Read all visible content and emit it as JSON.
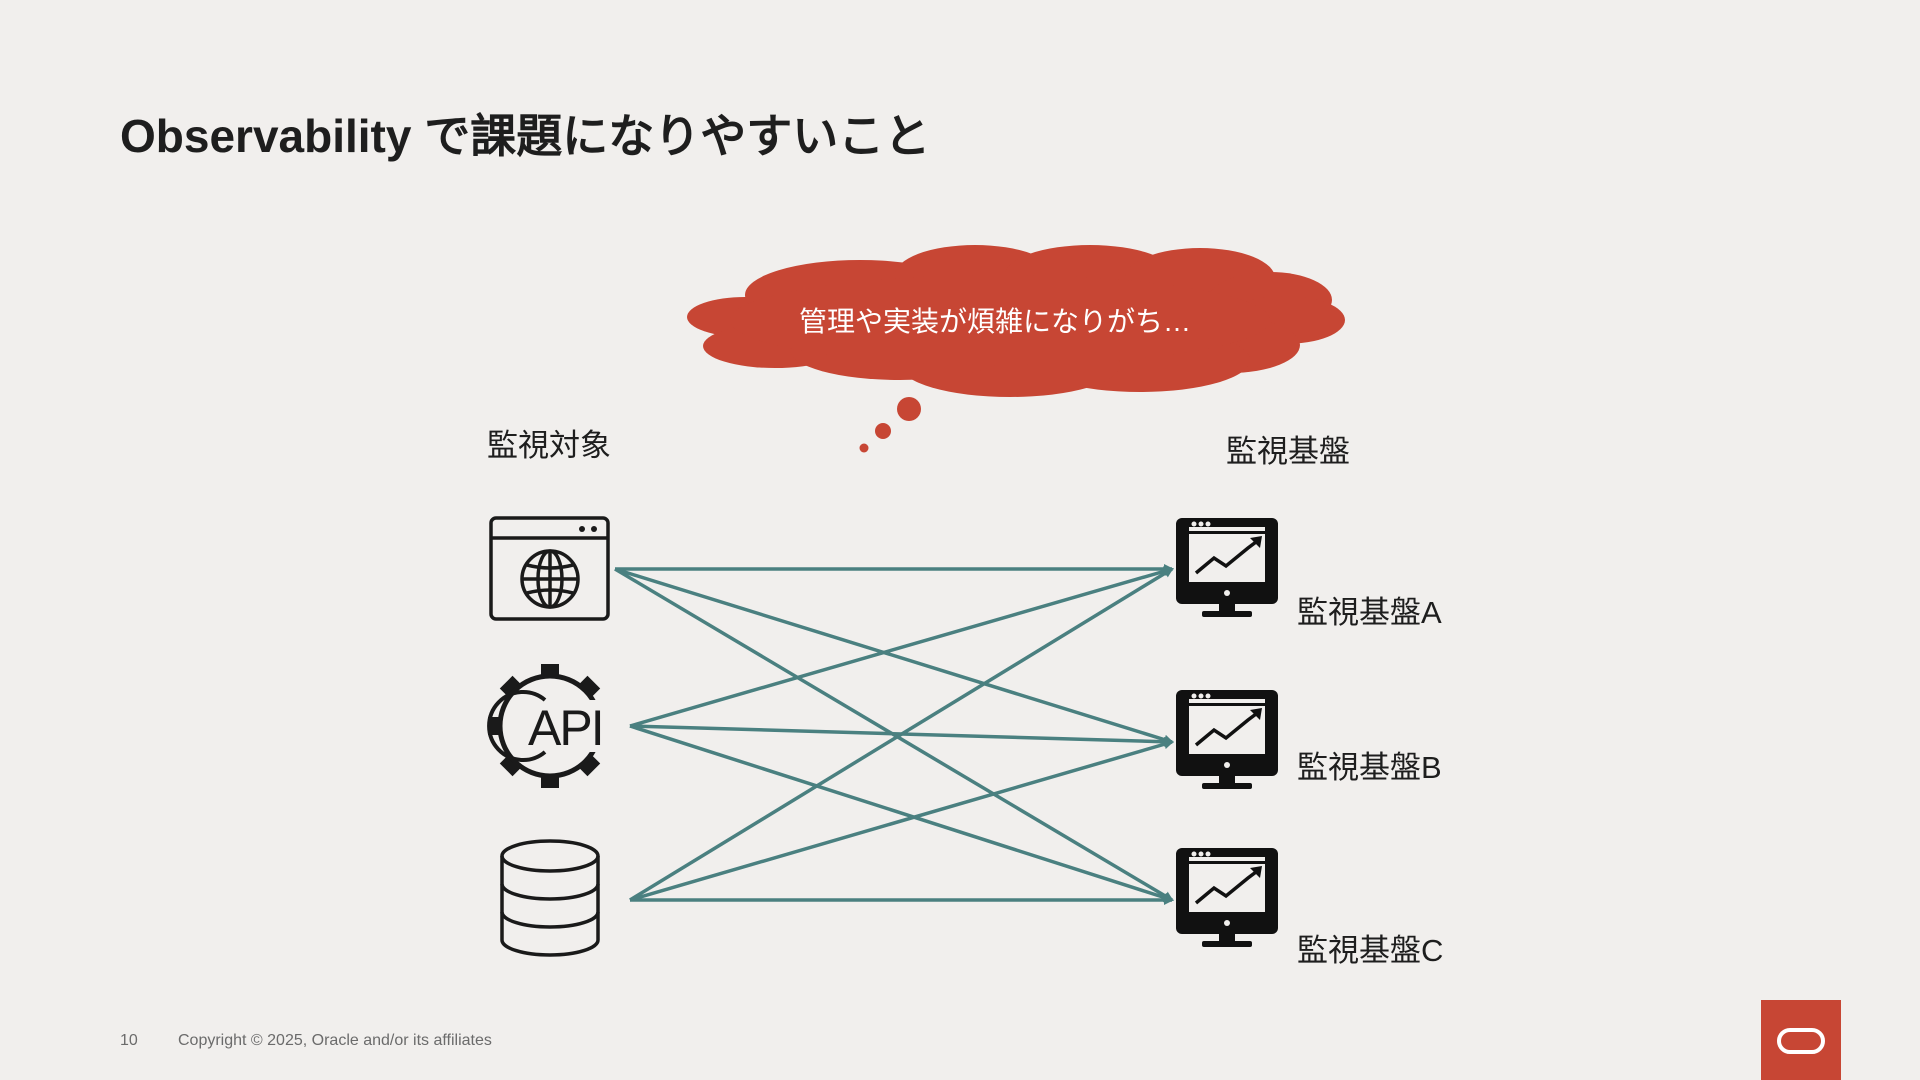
{
  "slide": {
    "title": "Observability で課題になりやすいこと",
    "thought_bubble": "管理や実装が煩雑になりがち…",
    "left_heading": "監視対象",
    "right_heading": "監視基盤",
    "sources": [
      {
        "icon": "web-browser-globe-icon"
      },
      {
        "icon": "api-gear-icon"
      },
      {
        "icon": "database-icon"
      }
    ],
    "targets": [
      {
        "label": "監視基盤A",
        "icon": "monitoring-monitor-icon"
      },
      {
        "label": "監視基盤B",
        "icon": "monitoring-monitor-icon"
      },
      {
        "label": "監視基盤C",
        "icon": "monitoring-monitor-icon"
      }
    ],
    "page_number": "10",
    "copyright": "Copyright © 2025, Oracle and/or its affiliates"
  },
  "colors": {
    "background": "#f1efed",
    "accent_red": "#c74634",
    "connector_teal": "#4a8080"
  }
}
